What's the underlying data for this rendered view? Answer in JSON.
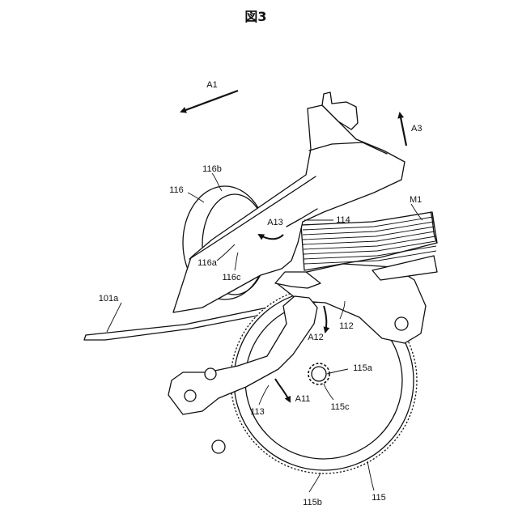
{
  "figure": {
    "title": "図3",
    "labels": {
      "A1": "A1",
      "A3": "A3",
      "A11": "A11",
      "A12": "A12",
      "A13": "A13",
      "M1": "M1",
      "p101a": "101a",
      "p112": "112",
      "p113": "113",
      "p114": "114",
      "p115": "115",
      "p115a": "115a",
      "p115b": "115b",
      "p115c": "115c",
      "p116": "116",
      "p116a": "116a",
      "p116b": "116b",
      "p116c": "116c"
    }
  }
}
